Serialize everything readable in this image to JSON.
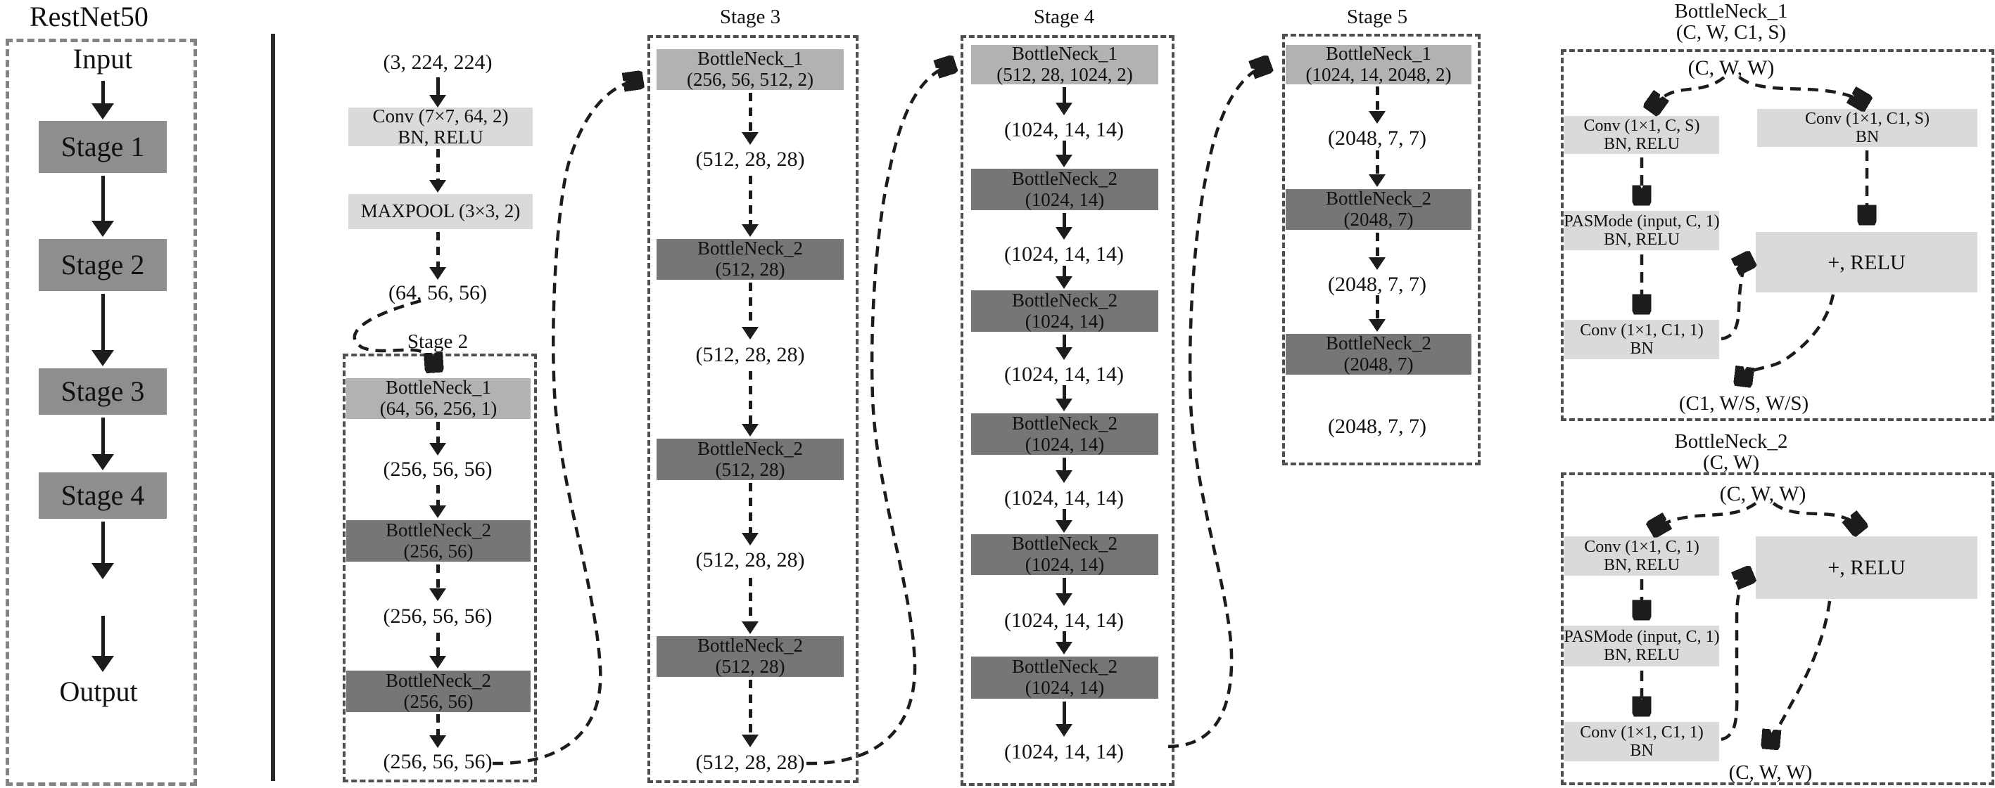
{
  "left_panel": {
    "title": "RestNet50",
    "input": "Input",
    "stage1": "Stage 1",
    "stage2": "Stage 2",
    "stage3": "Stage 3",
    "stage4": "Stage 4",
    "output": "Output"
  },
  "col1": {
    "in": "(3, 224, 224)",
    "conv": [
      "Conv (7×7, 64, 2)",
      "BN, RELU"
    ],
    "maxpool": "MAXPOOL (3×3, 2)",
    "out": "(64, 56, 56)"
  },
  "stage2": {
    "label": "Stage 2",
    "bn1": [
      "BottleNeck_1",
      "(64, 56, 256, 1)"
    ],
    "bn2": [
      "BottleNeck_2",
      "(256, 56)"
    ],
    "t": "(256, 56, 56)"
  },
  "stage3": {
    "label": "Stage 3",
    "bn1": [
      "BottleNeck_1",
      "(256, 56, 512, 2)"
    ],
    "bn2": [
      "BottleNeck_2",
      "(512, 28)"
    ],
    "t": "(512, 28, 28)"
  },
  "stage4": {
    "label": "Stage 4",
    "bn1": [
      "BottleNeck_1",
      "(512, 28, 1024, 2)"
    ],
    "bn2": [
      "BottleNeck_2",
      "(1024, 14)"
    ],
    "t": "(1024, 14, 14)"
  },
  "stage5": {
    "label": "Stage 5",
    "bn1": [
      "BottleNeck_1",
      "(1024, 14, 2048, 2)"
    ],
    "bn2": [
      "BottleNeck_2",
      "(2048, 7)"
    ],
    "t": "(2048, 7, 7)"
  },
  "bottleneck1_detail": {
    "title": "BottleNeck_1",
    "params": "(C, W, C1, S)",
    "input": "(C, W, W)",
    "conv_left": [
      "Conv (1×1, C, S)",
      "BN, RELU"
    ],
    "conv_right": [
      "Conv (1×1, C1, S)",
      "BN"
    ],
    "pasmode": [
      "PASMode (input, C, 1)",
      "BN, RELU"
    ],
    "conv_c1": [
      "Conv (1×1, C1, 1)",
      "BN"
    ],
    "plus": "+, RELU",
    "output": "(C1, W/S, W/S)"
  },
  "bottleneck2_detail": {
    "title": "BottleNeck_2",
    "params": "(C, W)",
    "input": "(C, W, W)",
    "conv1": [
      "Conv (1×1, C, 1)",
      "BN, RELU"
    ],
    "pasmode": [
      "PASMode (input, C, 1)",
      "BN, RELU"
    ],
    "conv_c1": [
      "Conv (1×1, C1, 1)",
      "BN"
    ],
    "plus": "+, RELU",
    "output": "(C, W, W)"
  },
  "colors": {
    "bottleneck1_box": "#b2b2b2",
    "bottleneck2_box": "#767676",
    "light_box": "#dadada",
    "stage_box": "#8e8e8e",
    "line": "#1c1c1c"
  }
}
